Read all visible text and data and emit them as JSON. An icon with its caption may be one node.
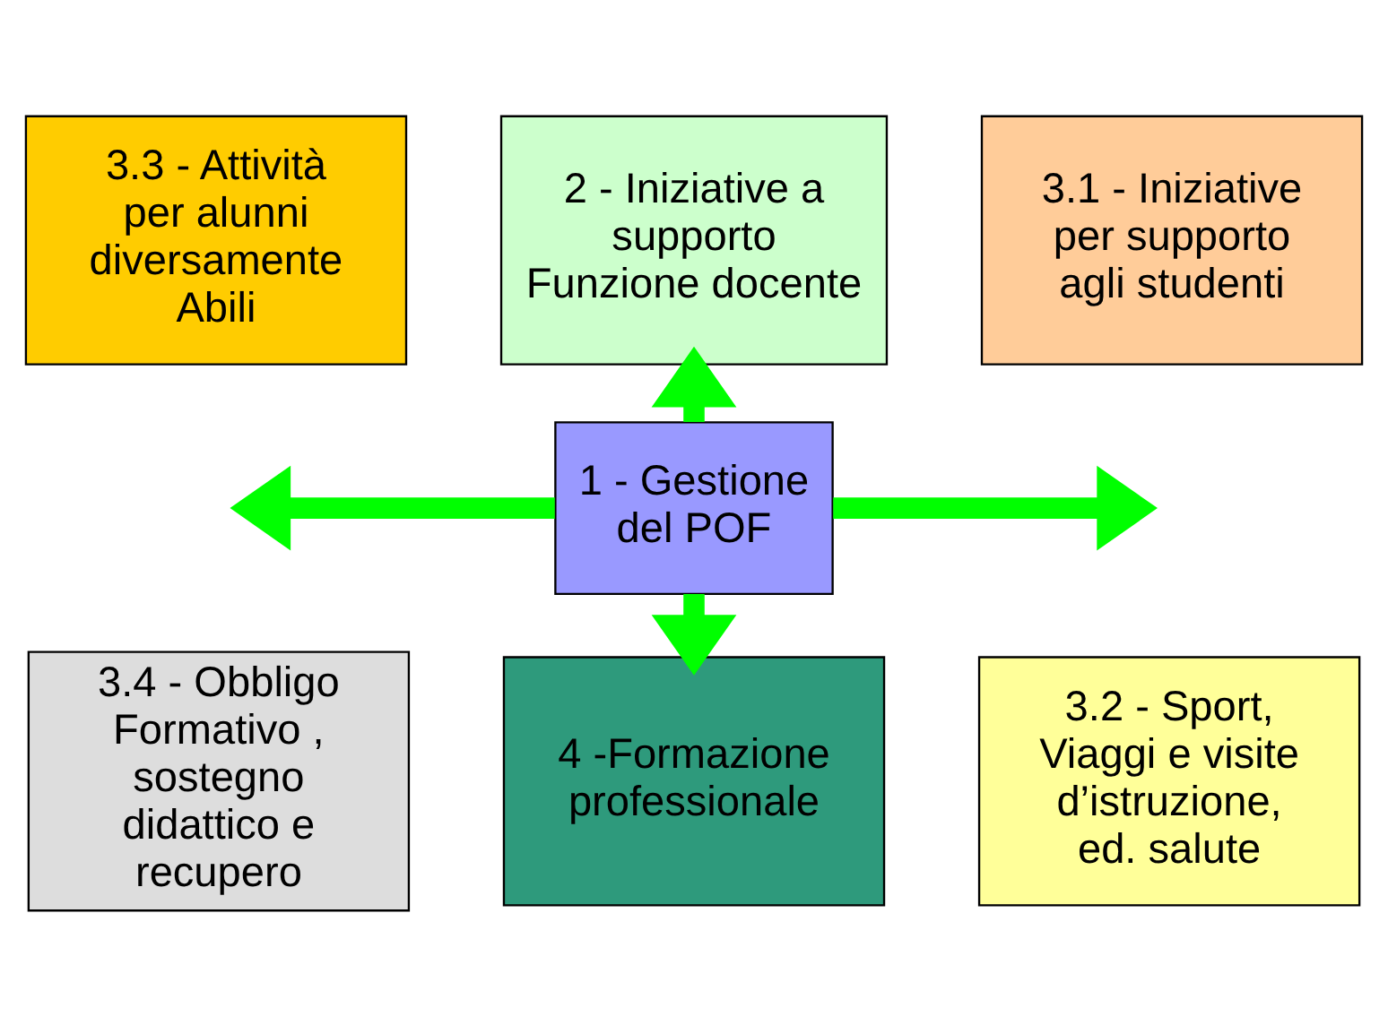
{
  "diagram": {
    "nodes": [
      {
        "text": [
          "2 - Iniziative a supporto Funzione docente"
        ]
      },
      {
        "text": [
          "3.3 - Attività per alunni diversamente Abili"
        ]
      },
      {
        "text": [
          "3.1 - Iniziative per supporto agli studenti"
        ]
      },
      {
        "text": [
          "1 - Gestione del POF"
        ]
      },
      {
        "text": [
          "3.4 - Obbligo Formativo , sostegno didattico e recupero"
        ]
      },
      {
        "text": [
          "3.2 - Sport, Viaggi e visite d’istruzione, ed. salute"
        ]
      },
      {
        "text": [
          "4 -Formazione professionale"
        ]
      }
    ],
    "edges": [
      {
        "from": 3,
        "to": 0,
        "arrow": "to"
      },
      {
        "from": 3,
        "to": null,
        "arrow": "to"
      },
      {
        "from": 3,
        "to": null,
        "arrow": "to"
      },
      {
        "from": 3,
        "to": 6,
        "arrow": "to"
      }
    ]
  }
}
